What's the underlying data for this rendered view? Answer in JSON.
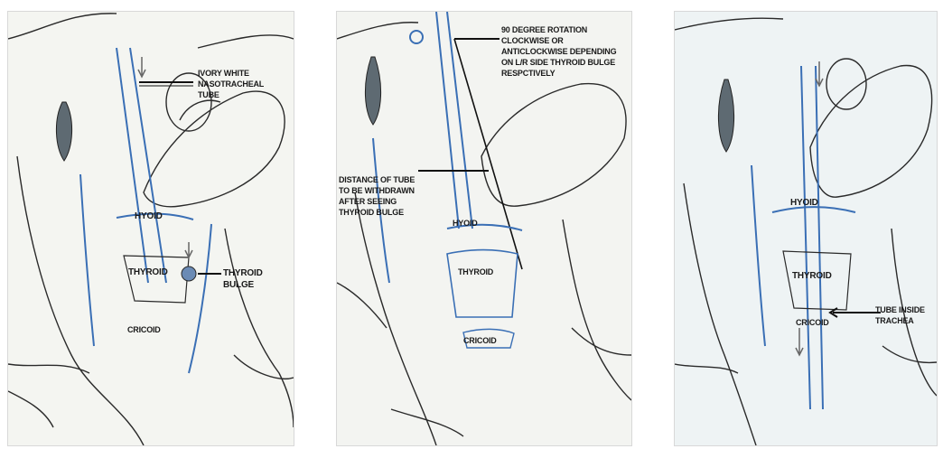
{
  "panels": [
    {
      "labels": {
        "tube": [
          "IVORY WHITE",
          "NASOTRACHEAL",
          "TUBE"
        ],
        "hyoid": "HYOID",
        "thyroid": "THYROID",
        "thyroid_bulge": [
          "THYROID",
          "BULGE"
        ],
        "cricoid": "CRICOID"
      }
    },
    {
      "labels": {
        "rotation": [
          "90 DEGREE ROTATION",
          "CLOCKWISE OR",
          "ANTICLOCKWISE DEPENDING",
          "ON L/R SIDE THYROID BULGE",
          "RESPCTIVELY"
        ],
        "withdraw": [
          "DISTANCE OF TUBE",
          "TO BE WITHDRAWN",
          "AFTER SEEING",
          "THYROID BULGE"
        ],
        "hyoid": "HYOID",
        "thyroid": "THYROID",
        "cricoid": "CRICOID"
      }
    },
    {
      "labels": {
        "hyoid": "HYOID",
        "thyroid": "THYROID",
        "cricoid": "CRICOID",
        "tube_inside": [
          "TUBE INSIDE",
          "TRACHEA"
        ]
      }
    }
  ],
  "colors": {
    "tube_blue": "#3a6fb5",
    "ink": "#1e1e1e",
    "paper": "#f4f5f2",
    "paper_blue": "#eef3f4"
  }
}
